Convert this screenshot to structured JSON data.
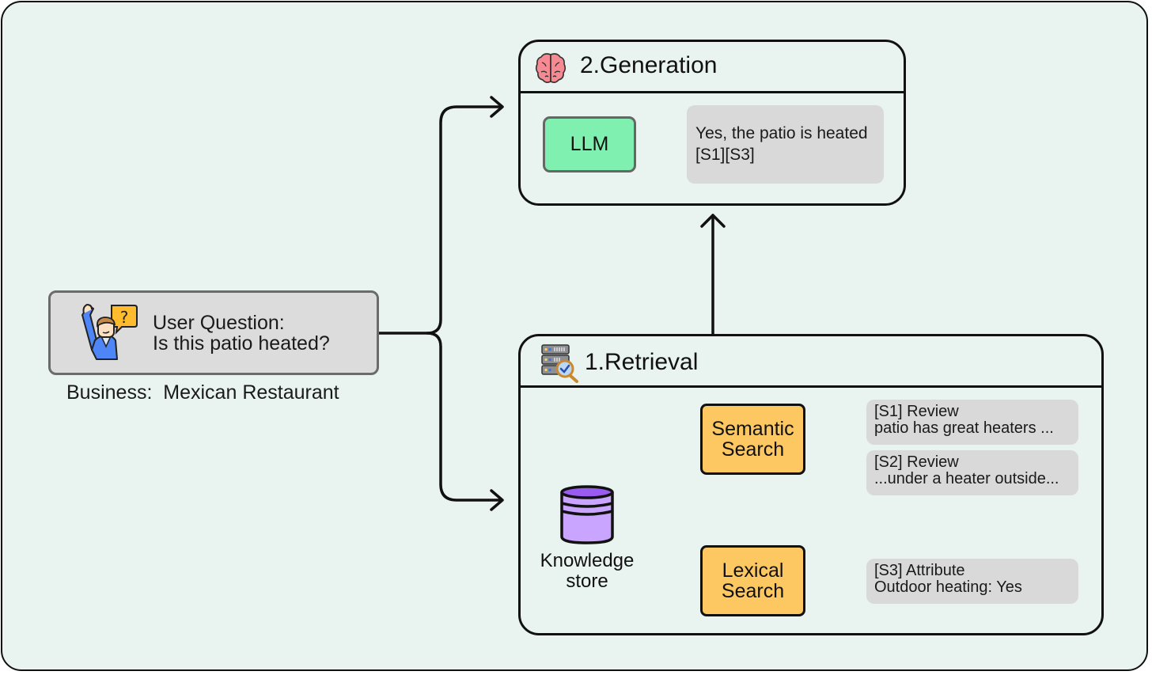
{
  "user_question": {
    "icon": "user-question-icon",
    "label": "User Question:",
    "question": "Is this patio heated?",
    "business": "Business:  Mexican Restaurant"
  },
  "generation": {
    "icon": "brain-icon",
    "title": "2.Generation",
    "model_label": "LLM",
    "answer_line1": "Yes, the patio is heated",
    "answer_line2": "[S1][S3]"
  },
  "retrieval": {
    "icon": "server-search-icon",
    "title": "1.Retrieval",
    "knowledge_store_line1": "Knowledge",
    "knowledge_store_line2": "store",
    "semantic_search_line1": "Semantic",
    "semantic_search_line2": "Search",
    "lexical_search_line1": "Lexical",
    "lexical_search_line2": "Search",
    "sources": [
      {
        "line1": "[S1] Review",
        "line2": "patio has great heaters ..."
      },
      {
        "line1": "[S2] Review",
        "line2": "...under a heater outside..."
      },
      {
        "line1": "[S3] Attribute",
        "line2": "Outdoor heating: Yes"
      }
    ]
  },
  "colors": {
    "background": "#e9f3ef",
    "llm": "#7ff0b0",
    "search": "#fdc862",
    "card": "#d9d9d9",
    "database": "#c9a5ff"
  }
}
